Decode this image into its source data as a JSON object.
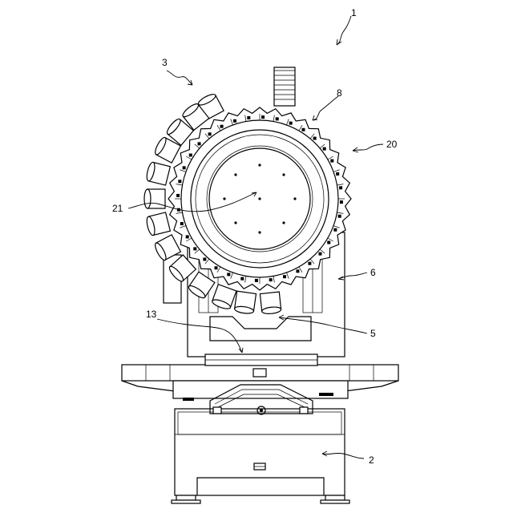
{
  "labels": {
    "l1": "1",
    "l3": "3",
    "l8": "8",
    "l20": "20",
    "l21": "21",
    "l6": "6",
    "l13": "13",
    "l5": "5",
    "l2": "2"
  }
}
